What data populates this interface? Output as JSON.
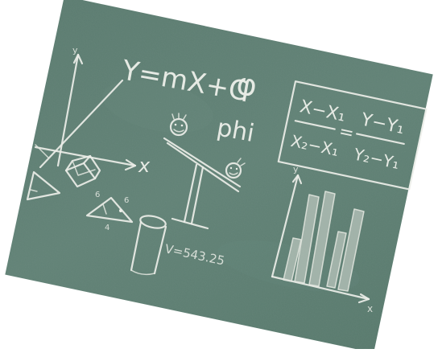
{
  "image": {
    "subject": "Tilted green chalkboard with handwritten math notes",
    "board_color": "#5f7f73",
    "chalk_color": "#eceee8"
  },
  "writing": {
    "equation": "Y=mX+C",
    "phi_symbol": "φ",
    "phi_word": "phi",
    "axis_x_label": "x",
    "axis_y_label": "y",
    "slope_numerator": "Y−Y₁",
    "slope_left_numerator": "X−X₁",
    "slope_left_denominator": "X₂−X₁",
    "slope_right_denominator": "Y₂−Y₁",
    "equals": "=",
    "triangle_label_a": "6",
    "triangle_label_b": "6",
    "triangle_label_c": "4",
    "volume": "V=543.25",
    "chart_x_label": "x",
    "chart_y_label": "y"
  }
}
